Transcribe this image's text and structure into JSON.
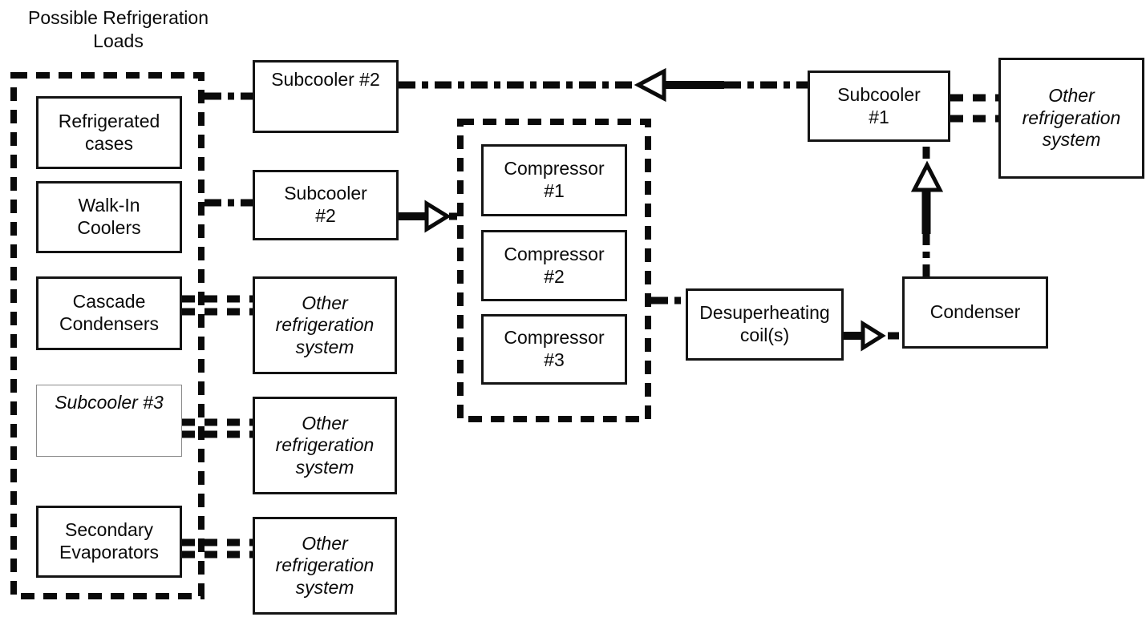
{
  "title": "Possible Refrigeration\nLoads",
  "nodes": {
    "refrigerated_cases": {
      "label": "Refrigerated\ncases"
    },
    "walk_in_coolers": {
      "label": "Walk-In\nCoolers"
    },
    "cascade_condensers": {
      "label": "Cascade\nCondensers"
    },
    "subcooler_3": {
      "label": "Subcooler #3"
    },
    "secondary_evaporators": {
      "label": "Secondary\nEvaporators"
    },
    "subcooler_2_top": {
      "label": "Subcooler #2"
    },
    "subcooler_2": {
      "label": "Subcooler\n#2"
    },
    "other_refrigeration_1": {
      "label": "Other\nrefrigeration\nsystem"
    },
    "other_refrigeration_2": {
      "label": "Other\nrefrigeration\nsystem"
    },
    "other_refrigeration_3": {
      "label": "Other\nrefrigeration\nsystem"
    },
    "compressor_1": {
      "label": "Compressor\n#1"
    },
    "compressor_2": {
      "label": "Compressor\n#2"
    },
    "compressor_3": {
      "label": "Compressor\n#3"
    },
    "desuperheating_coils": {
      "label": "Desuperheating\ncoil(s)"
    },
    "condenser": {
      "label": "Condenser"
    },
    "subcooler_1": {
      "label": "Subcooler\n#1"
    },
    "other_refrigeration_4": {
      "label": "Other\nrefrigeration\nsystem"
    }
  },
  "groups": {
    "loads_container": {
      "label": "",
      "contains": [
        "refrigerated_cases",
        "walk_in_coolers",
        "cascade_condensers",
        "subcooler_3",
        "secondary_evaporators"
      ]
    },
    "compressor_container": {
      "label": "",
      "contains": [
        "compressor_1",
        "compressor_2",
        "compressor_3"
      ]
    }
  },
  "edges": [
    {
      "from": "loads_container",
      "to": "subcooler_2_top",
      "style": "dash-dot",
      "arrow": "none"
    },
    {
      "from": "subcooler_1",
      "to": "subcooler_2_top",
      "style": "dash-dot",
      "arrow": "left"
    },
    {
      "from": "loads_container",
      "to": "subcooler_2",
      "style": "dash-dot",
      "arrow": "none"
    },
    {
      "from": "subcooler_2",
      "to": "compressor_container",
      "style": "solid",
      "arrow": "right"
    },
    {
      "from": "cascade_condensers",
      "to": "other_refrigeration_1",
      "style": "double-dashed",
      "arrow": "none"
    },
    {
      "from": "subcooler_3",
      "to": "other_refrigeration_2",
      "style": "double-dashed",
      "arrow": "none"
    },
    {
      "from": "secondary_evaporators",
      "to": "other_refrigeration_3",
      "style": "double-dashed",
      "arrow": "none"
    },
    {
      "from": "compressor_container",
      "to": "desuperheating_coils",
      "style": "dash-dot",
      "arrow": "none"
    },
    {
      "from": "desuperheating_coils",
      "to": "condenser",
      "style": "solid-dash",
      "arrow": "right"
    },
    {
      "from": "condenser",
      "to": "subcooler_1",
      "style": "dash-dot",
      "arrow": "up"
    },
    {
      "from": "subcooler_1",
      "to": "other_refrigeration_4",
      "style": "double-dashed",
      "arrow": "none"
    }
  ],
  "colors": {
    "line": "#0a0a0a",
    "background": "#ffffff",
    "subcooler_3_border": "#8a8a8a"
  }
}
